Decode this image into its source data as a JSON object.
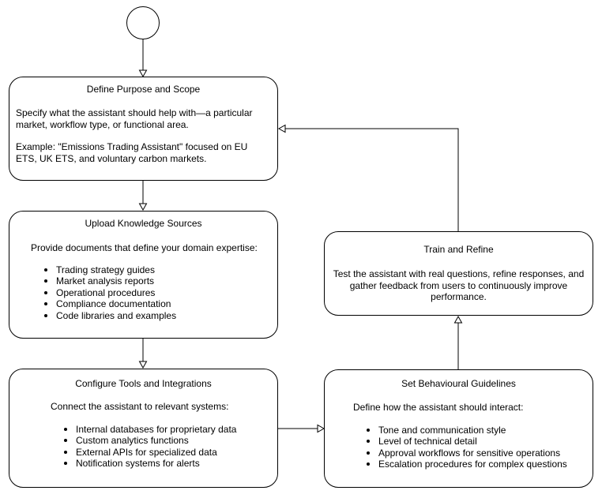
{
  "nodes": {
    "purpose": {
      "title": "Define Purpose and Scope",
      "line1": "Specify what the assistant should help with—a particular market, workflow type, or functional area.",
      "line2": "Example: \"Emissions Trading Assistant\" focused on EU ETS, UK ETS, and voluntary carbon markets."
    },
    "knowledge": {
      "title": "Upload Knowledge Sources",
      "intro": "Provide documents that define your domain expertise:",
      "items": [
        "Trading strategy guides",
        "Market analysis reports",
        "Operational procedures",
        "Compliance documentation",
        "Code libraries and examples"
      ]
    },
    "tools": {
      "title": "Configure Tools and Integrations",
      "intro": "Connect the assistant to relevant systems:",
      "items": [
        "Internal databases for proprietary data",
        "Custom analytics functions",
        "External APIs for specialized data",
        "Notification systems for alerts"
      ]
    },
    "guidelines": {
      "title": "Set Behavioural Guidelines",
      "intro": "Define how the assistant should interact:",
      "items": [
        "Tone and communication style",
        "Level of technical detail",
        "Approval workflows for sensitive operations",
        "Escalation procedures for complex questions"
      ]
    },
    "train": {
      "title": "Train and Refine",
      "text": "Test the assistant with real questions, refine responses, and gather feedback from users to continuously improve performance."
    }
  }
}
